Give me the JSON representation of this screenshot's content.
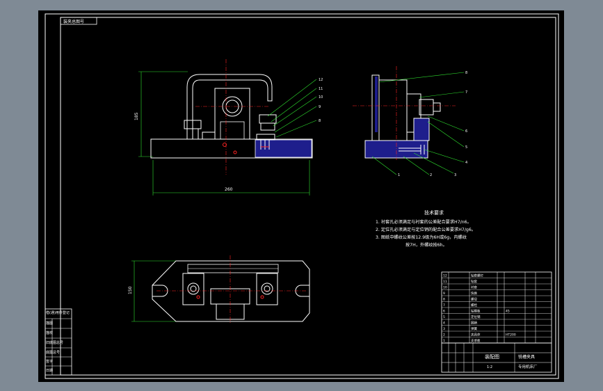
{
  "viewer": {
    "background": "#7f8a95",
    "sheet_color": "#000000"
  },
  "colors": {
    "frame": "#ffffff",
    "outline": "#ffffff",
    "dimension": "#2fe32f",
    "centerline": "#ff2424",
    "section_fill": "#1e1e8c",
    "leader": "#2fe32f"
  },
  "title_stamp": "装夹总图号",
  "front_view": {
    "dim_width": "260",
    "dim_height": "185",
    "balloons": [
      "12",
      "11",
      "10",
      "9",
      "8"
    ]
  },
  "side_view": {
    "balloons": [
      "8",
      "7",
      "6",
      "5",
      "4",
      "3",
      "2",
      "1"
    ]
  },
  "technical_requirements": {
    "title": "技术要求",
    "lines": [
      "1. 衬套孔必须满足与衬套的公差配合要求H7/n6。",
      "2. 定位孔必须满足与定位销的配合公差要求H7/g6。",
      "3. 图纸中螺纹公差按12.9级为6H或6g，内螺纹",
      "按7H，外螺纹按6h。"
    ]
  },
  "top_view": {
    "dim_height": "150"
  },
  "left_stamp_rows": [
    "借(通)用件登记",
    "描图",
    "描校",
    "旧底图总号",
    "底图总号",
    "签字",
    "日期"
  ],
  "parts_list": {
    "row_numbers": [
      "12",
      "11",
      "10",
      "9",
      "8",
      "7",
      "6",
      "5",
      "4",
      "3",
      "2",
      "1"
    ],
    "row_names": [
      "钻套螺钉",
      "钻套",
      "衬套",
      "快换",
      "螺母",
      "螺栓",
      "钻模板",
      "定位销",
      "圆销",
      "弹簧",
      "夹具体",
      "支承板"
    ],
    "row_materials": [
      "",
      "",
      "",
      "",
      "",
      "",
      "45",
      "",
      "",
      "",
      "HT200",
      ""
    ]
  },
  "title_block": {
    "drawing_title": "装配图",
    "part_name": "铣槽夹具",
    "company": "专用机床厂",
    "scale": "1:2"
  }
}
